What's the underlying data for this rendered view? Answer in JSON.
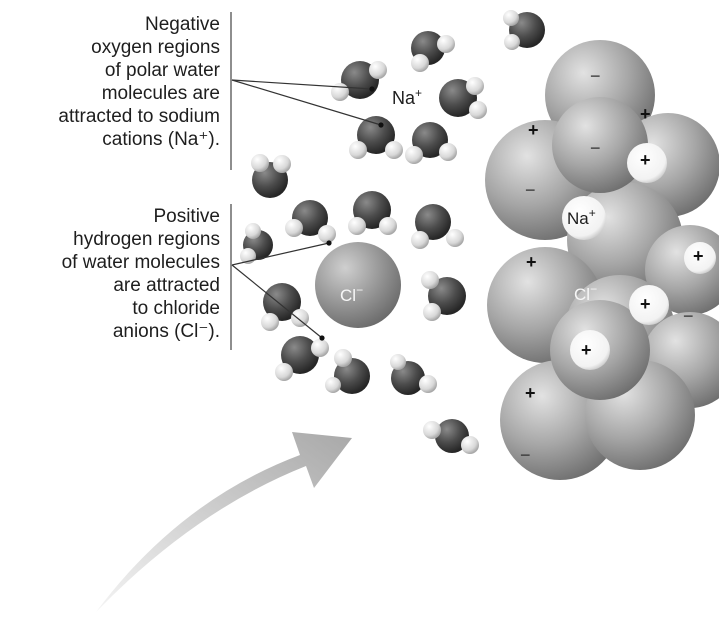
{
  "captions": {
    "sodium": [
      "Negative",
      "oxygen regions",
      "of polar water",
      "molecules are",
      "attracted to sodium",
      "cations (Na⁺)."
    ],
    "chloride": [
      "Positive",
      "hydrogen regions",
      "of water molecules",
      "are attracted",
      "to chloride",
      "anions (Cl⁻)."
    ]
  },
  "ions": {
    "sodium_symbol": "Na",
    "sodium_charge": "+",
    "chloride_symbol": "Cl",
    "chloride_charge": "−"
  },
  "crystal_charges": {
    "plus": "+",
    "minus": "−"
  },
  "colors": {
    "oxygen": "#4a4a4a",
    "hydrogen": "#dcdcdc",
    "crystal": "#9a9a9a",
    "chloride_ion": "#8c8c8c",
    "sodium_ion": "#ffffff",
    "arrow": "#b8b8b8"
  }
}
